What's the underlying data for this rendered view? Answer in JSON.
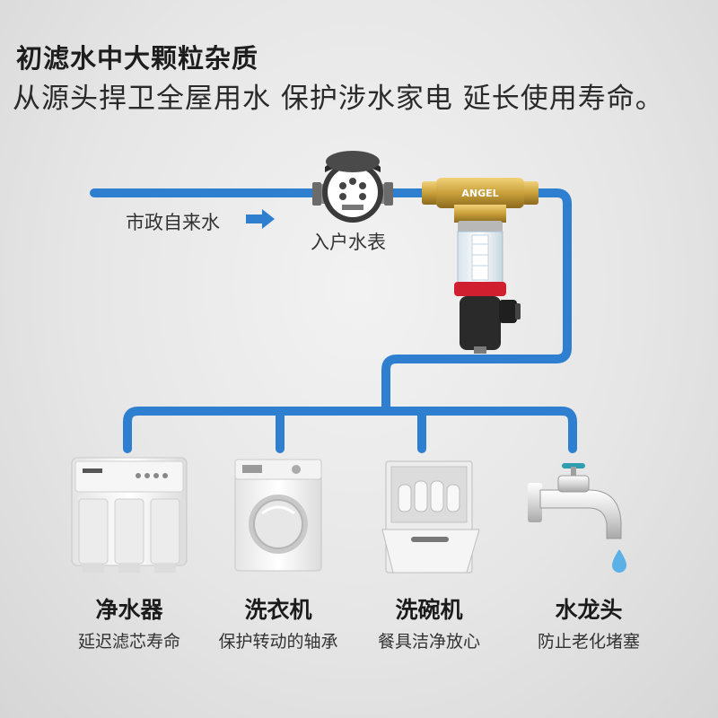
{
  "headline": "初滤水中大颗粒杂质",
  "subline": "从源头捍卫全屋用水 保护涉水家电  延长使用寿命。",
  "labels": {
    "source": "市政自来水",
    "meter": "入户水表",
    "brand": "ANGEL"
  },
  "appliances": [
    {
      "name": "净水器",
      "desc": "延迟滤芯寿命",
      "icon": "water-purifier-icon"
    },
    {
      "name": "洗衣机",
      "desc": "保护转动的轴承",
      "icon": "washing-machine-icon"
    },
    {
      "name": "洗碗机",
      "desc": "餐具洁净放心",
      "icon": "dishwasher-icon"
    },
    {
      "name": "水龙头",
      "desc": "防止老化堵塞",
      "icon": "faucet-icon"
    }
  ],
  "colors": {
    "pipe": "#2f7fd0",
    "brass": "#c9a03a",
    "red_band": "#d02030"
  }
}
